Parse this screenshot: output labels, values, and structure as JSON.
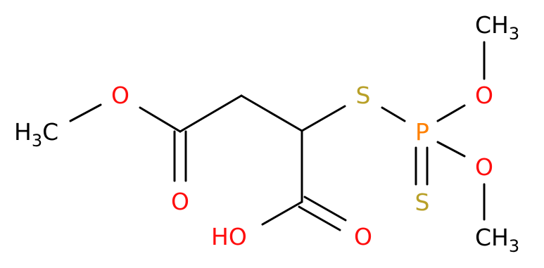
{
  "colors": {
    "carbon": "#000000",
    "oxygen": "#ff0d0d",
    "sulfur": "#b8a028",
    "phosphorus": "#ff8000",
    "background": "#ffffff"
  },
  "atoms": {
    "o_ester": "O",
    "c_methyl_left_main": "H",
    "c_methyl_left_sub": "3",
    "c_methyl_left_tail": "C",
    "o_ester_carbonyl": "O",
    "s_thio": "S",
    "p": "P",
    "s_thione": "S",
    "o_upper": "O",
    "c_methyl_upper_main": "CH",
    "c_methyl_upper_sub": "3",
    "o_lower": "O",
    "c_methyl_lower_main": "CH",
    "c_methyl_lower_sub": "3",
    "oh_acid": "HO",
    "o_acid_carbonyl": "O"
  }
}
